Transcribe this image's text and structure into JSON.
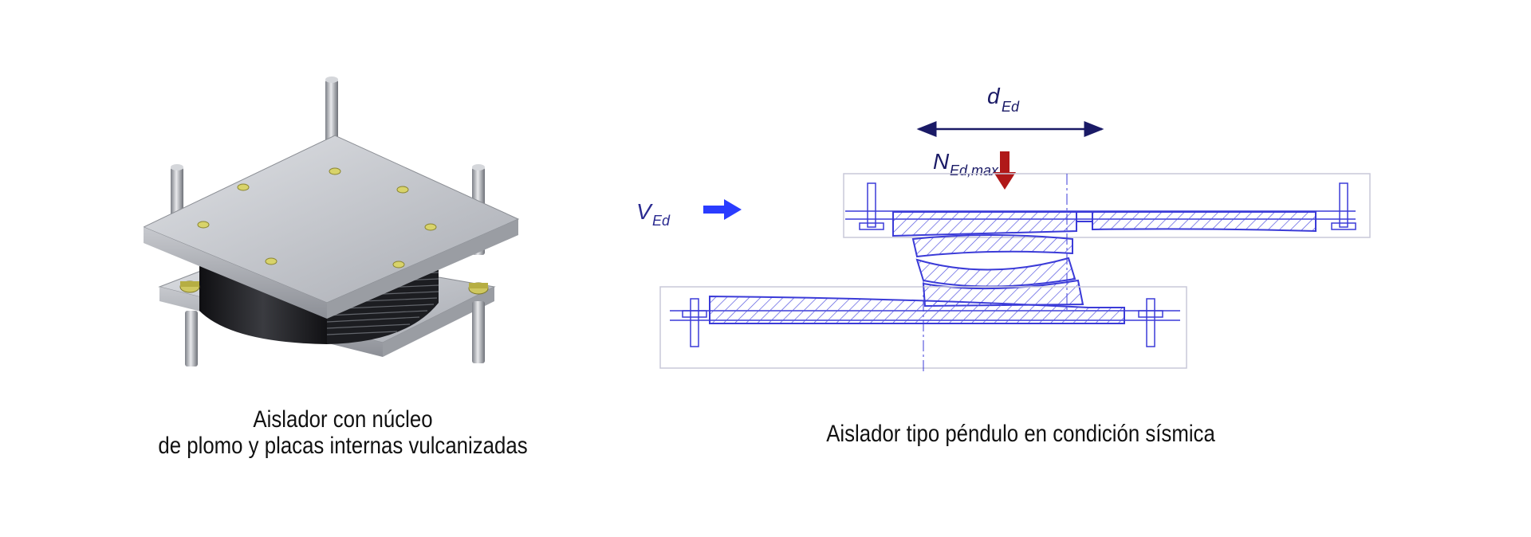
{
  "left_figure": {
    "caption_line1": "Aislador con núcleo",
    "caption_line2": "de plomo y placas internas vulcanizadas"
  },
  "right_figure": {
    "caption": "Aislador tipo péndulo en condición sísmica",
    "labels": {
      "d_main": "d",
      "d_sub": "Ed",
      "n_main": "N",
      "n_sub": "Ed,max",
      "v_main": "V",
      "v_sub": "Ed"
    }
  },
  "colors": {
    "drawing_blue": "#3b3bd8",
    "arrow_blue": "#2a3cff",
    "force_red": "#b01818",
    "dimension_navy": "#1a1a66",
    "steel_gray": "#b9bcc2"
  }
}
